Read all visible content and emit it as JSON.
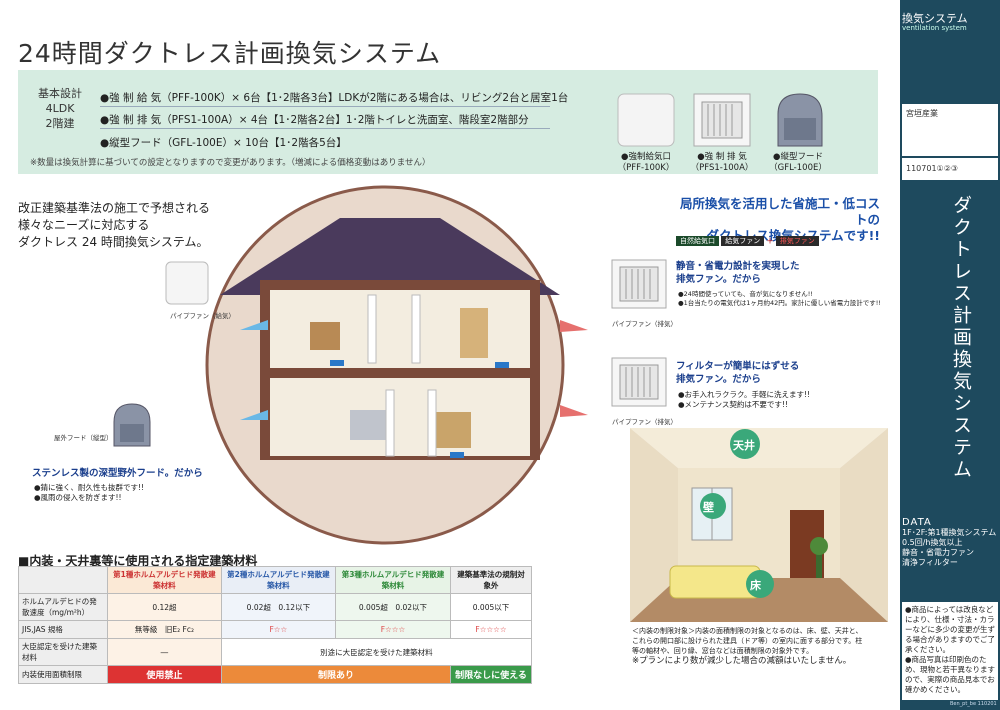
{
  "title": "24時間ダクトレス計画換気システム",
  "spec": {
    "label_lines": [
      "基本設計",
      "4LDK",
      "2階建"
    ],
    "lines": [
      "●強 制 給 気（PFF-100K）× 6台【1･2階各3台】LDKが2階にある場合は、リビング2台と居室1台",
      "●強 制 排 気（PFS1-100A）× 4台【1･2階各2台】1･2階トイレと洗面室、階段室2階部分",
      "●縦型フード（GFL-100E）× 10台【1･2階各5台】"
    ],
    "note": "※数量は換気計算に基づいての設定となりますので変更があります。（増減による価格変動はありません）"
  },
  "products": [
    {
      "icon": "intake-vent-icon",
      "caption": [
        "●強制給気口",
        "（PFF-100K）"
      ]
    },
    {
      "icon": "exhaust-fan-icon",
      "caption": [
        "●強 制 排 気",
        "（PFS1-100A）"
      ]
    },
    {
      "icon": "vertical-hood-icon",
      "caption": [
        "●縦型フード",
        "（GFL-100E）"
      ]
    }
  ],
  "intro": [
    "改正建築基準法の施工で予想される",
    "様々なニーズに対応する",
    "ダクトレス 24 時間換気システム。"
  ],
  "left_labels": {
    "pipe_fan_intake": "パイプファン（給気）",
    "outer_hood": "屋外フード（縦型）",
    "hood_head": "ステンレス製の深型野外フード。だから",
    "hood_bullets": [
      "●錆に強く、耐久性も抜群です!!",
      "●風雨の侵入を防ぎます!!"
    ]
  },
  "right": {
    "headline": [
      "局所換気を活用した省施工・低コストの",
      "ダクトレス換気システムです!!"
    ],
    "badges": [
      "自然給気口",
      "給気ファン",
      "排気ファン"
    ],
    "feat1_head": [
      "静音・省電力設計を実現した",
      "排気ファン。だから"
    ],
    "feat1_bullets": [
      "●24時間使っていても、音が気になりません!!",
      "●1台当たりの電気代は1ヶ月約42円。家計に優しい省電力設計です!!"
    ],
    "feat1_label": "パイプファン（排気）",
    "feat2_head": [
      "フィルターが簡単にはずせる",
      "排気ファン。だから"
    ],
    "feat2_bullets": [
      "●お手入れラクラク。手軽に洗えます!!",
      "●メンテナンス契約は不要です!!"
    ],
    "feat2_label": "パイプファン（排気）"
  },
  "room_labels": {
    "ceiling": "天井",
    "wall": "壁",
    "floor": "床"
  },
  "room_caption": [
    "＜内装の制限対象＞内装の面積制限の対象となるのは、床、壁、天井と、",
    "これらの開口部に設けられた建具（ドア等）の室内に面する部分です。柱",
    "等の軸材や、回り縁、窓台などは面積制限の対象外です。"
  ],
  "room_note": "※プランにより数が減少した場合の減額はいたしません。",
  "materials": {
    "title": "■内装・天井裏等に使用される指定建築材料",
    "headers": [
      "",
      "第1種ホルムアルデヒド発散建築材料",
      "第2種ホルムアルデヒド発散建築材料",
      "第3種ホルムアルデヒド発散建築材料",
      "建築基準法の規制対象外"
    ],
    "rows": [
      [
        "ホルムアルデヒドの発散速度（mg/m²h）",
        "0.12超",
        "0.02超　0.12以下",
        "0.005超　0.02以下",
        "0.005以下"
      ],
      [
        "JIS,JAS 規格",
        "無等級　旧E₂ Fc₂",
        "F☆☆",
        "F☆☆☆",
        "F☆☆☆☆"
      ],
      [
        "大臣認定を受けた建築材料",
        "―",
        "別途に大臣認定を受けた建築材料",
        "",
        ""
      ],
      [
        "内装使用面積制限",
        "使用禁止",
        "制限あり",
        "",
        "制限なしに使える"
      ]
    ]
  },
  "sidebar": {
    "title": "換気システム",
    "subtitle": "ventilation system",
    "maker": "宮垣産業",
    "code": "110701①②③",
    "vertical_title": "ダクトレス計画換気システム",
    "data_head": "DATA",
    "data_lines": [
      "1F･2F:第1種換気システム",
      "0.5回/h換気以上",
      "静音・省電力ファン",
      "清浄フィルター"
    ],
    "notes": [
      "●商品によっては改良などにより、仕様・寸法・カラーなどに多少の変更が生ずる場合がありますのでご了承ください。",
      "●商品写真は印刷色のため、現物と若干異なりますので、実際の商品見本でお確かめください。"
    ],
    "footer": "Ben_pt_be 110201"
  },
  "colors": {
    "sidebar": "#1e4a5e",
    "spec_bg": "#d6ece1",
    "roof": "#4a3a5c",
    "accent_blue": "#1a4fa8"
  }
}
